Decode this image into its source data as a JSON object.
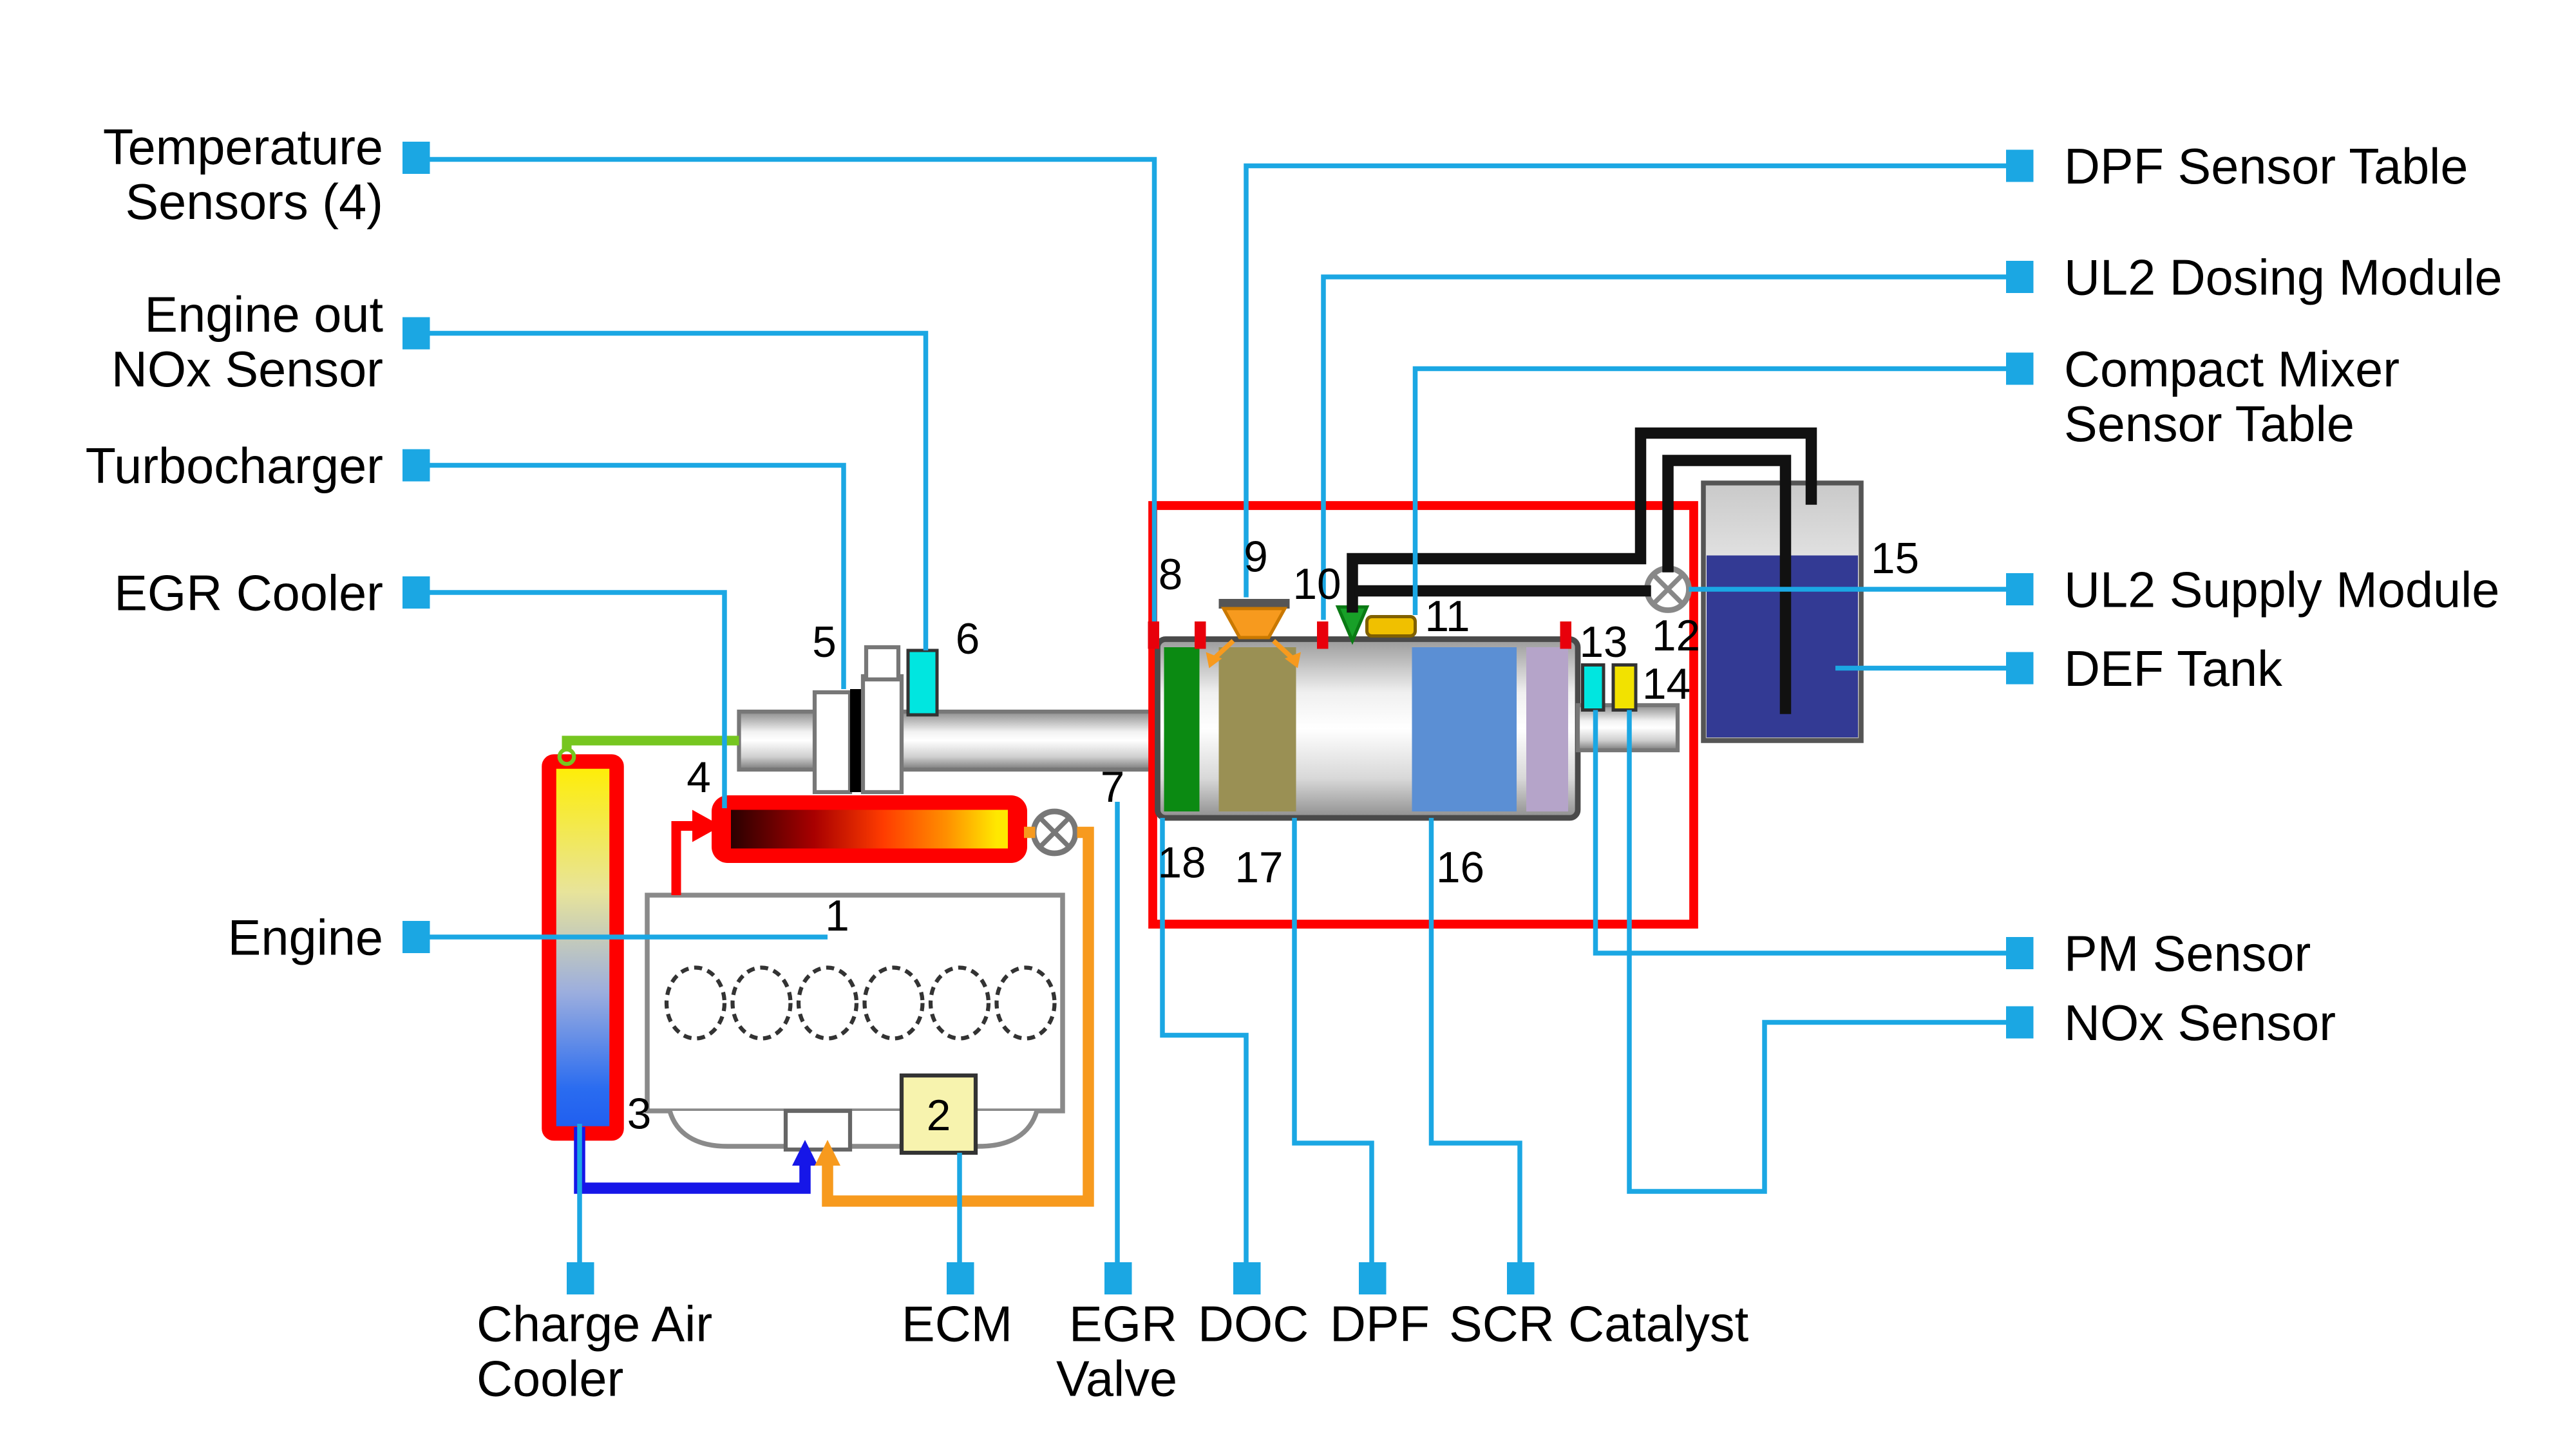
{
  "callouts": {
    "left": [
      {
        "id": "temperature-sensors",
        "lines": [
          "Temperature",
          "Sensors (4)"
        ]
      },
      {
        "id": "engine-out-nox-sensor",
        "lines": [
          "Engine out",
          "NOx Sensor"
        ]
      },
      {
        "id": "turbocharger",
        "lines": [
          "Turbocharger"
        ]
      },
      {
        "id": "egr-cooler",
        "lines": [
          "EGR Cooler"
        ]
      },
      {
        "id": "engine",
        "lines": [
          "Engine"
        ]
      }
    ],
    "right": [
      {
        "id": "dpf-sensor-table",
        "lines": [
          "DPF Sensor Table"
        ]
      },
      {
        "id": "ul2-dosing-module",
        "lines": [
          "UL2 Dosing Module"
        ]
      },
      {
        "id": "compact-mixer-sensor-table",
        "lines": [
          "Compact Mixer",
          "Sensor Table"
        ]
      },
      {
        "id": "ul2-supply-module",
        "lines": [
          "UL2 Supply Module"
        ]
      },
      {
        "id": "def-tank",
        "lines": [
          "DEF Tank"
        ]
      },
      {
        "id": "pm-sensor",
        "lines": [
          "PM Sensor"
        ]
      },
      {
        "id": "nox-sensor",
        "lines": [
          "NOx Sensor"
        ]
      }
    ],
    "bottom": [
      {
        "id": "charge-air-cooler",
        "lines": [
          "Charge Air",
          "Cooler"
        ]
      },
      {
        "id": "ecm",
        "lines": [
          "ECM"
        ]
      },
      {
        "id": "egr-valve",
        "lines": [
          "EGR",
          "Valve"
        ]
      },
      {
        "id": "doc",
        "lines": [
          "DOC"
        ]
      },
      {
        "id": "dpf",
        "lines": [
          "DPF"
        ]
      },
      {
        "id": "scr-catalyst",
        "lines": [
          "SCR Catalyst"
        ]
      }
    ]
  },
  "part_numbers": {
    "p1": "1",
    "p2": "2",
    "p3": "3",
    "p4": "4",
    "p5": "5",
    "p6": "6",
    "p7": "7",
    "p8": "8",
    "p9": "9",
    "p10": "10",
    "p11": "11",
    "p12": "12",
    "p13": "13",
    "p14": "14",
    "p15": "15",
    "p16": "16",
    "p17": "17",
    "p18": "18"
  },
  "colors": {
    "callout_wire": "#1ba7e3",
    "callout_marker": "#1ba7e3",
    "system_outline_red": "#fe0000",
    "doc_block_green": "#0b8a12",
    "dpf_block_khaki": "#9a9054",
    "scr_block_blue": "#5b8fd4",
    "slip_block_lavender": "#b5a4c9",
    "def_fluid_navy": "#333a94",
    "cyan_sensor": "#00e6e0",
    "yellow_sensor": "#f2e200",
    "dosing_injector_orange": "#f79a1e",
    "def_injector_green": "#18a028",
    "mixer_sensor_gold": "#f0c000",
    "ecm_box_yellow": "#f7f3ae",
    "charge_pipe_green": "#76c620",
    "coolant_pipe_blue": "#1616e8",
    "control_wire_orange": "#f79a1e",
    "exhaust_hot_red": "#fe0000",
    "hose_black": "#111111"
  }
}
